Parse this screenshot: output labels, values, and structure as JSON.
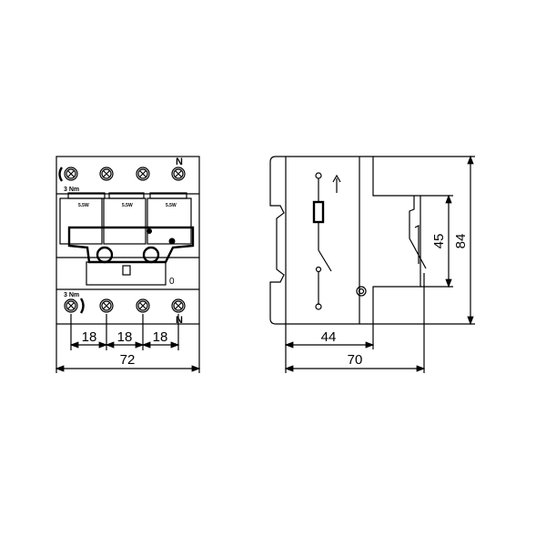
{
  "front_view": {
    "torque_top": "3 Nm",
    "torque_bottom": "3 Nm",
    "neutral_top": "N",
    "neutral_bottom": "N",
    "off_mark": "0",
    "fuse_rating": "5.5W",
    "dimensions": {
      "pole_width_1": "18",
      "pole_width_2": "18",
      "pole_width_3": "18",
      "total_width": "72"
    }
  },
  "side_view": {
    "dimensions": {
      "depth_to_front": "44",
      "total_depth": "70",
      "front_height": "45",
      "total_height": "84"
    }
  }
}
